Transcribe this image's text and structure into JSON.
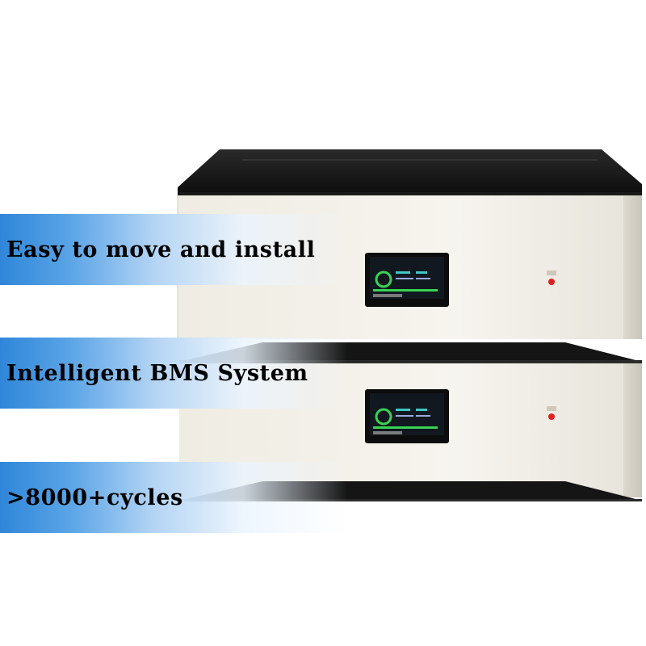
{
  "features": [
    {
      "text": "Easy to move and install"
    },
    {
      "text": "Intelligent BMS System"
    },
    {
      "text": ">8000+cycles"
    }
  ],
  "colors": {
    "banner_blue": "#2f86d8",
    "cabinet": "#f2efe7",
    "screen_accent": "#39d353",
    "indicator_red": "#e02020"
  }
}
